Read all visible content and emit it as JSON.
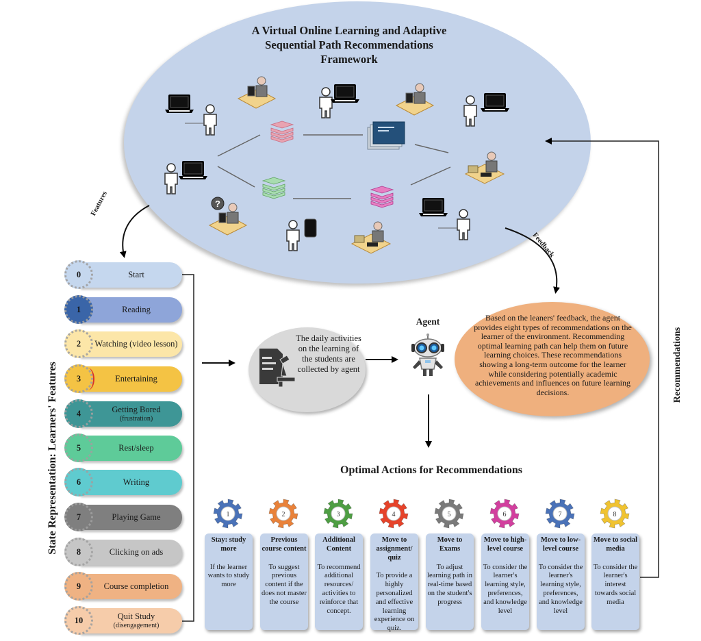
{
  "framework": {
    "title_lines": [
      "A Virtual Online Learning and Adaptive",
      "Sequential Path Recommendations",
      "Framework"
    ]
  },
  "environment_icons": [
    {
      "name": "learner-laptop-icon"
    },
    {
      "name": "desk-computer-user-icon"
    },
    {
      "name": "learner-laptop-icon"
    },
    {
      "name": "desk-computer-user-icon"
    },
    {
      "name": "learner-laptop-icon"
    },
    {
      "name": "red-books-icon"
    },
    {
      "name": "blue-documents-icon"
    },
    {
      "name": "learner-laptop-icon"
    },
    {
      "name": "desk-writer-icon"
    },
    {
      "name": "green-books-icon"
    },
    {
      "name": "pink-books-icon"
    },
    {
      "name": "question-desk-user-icon"
    },
    {
      "name": "learner-tablet-icon"
    },
    {
      "name": "desk-writer-icon"
    },
    {
      "name": "learner-laptop-icon"
    }
  ],
  "arrows": {
    "features": "Features",
    "feedback": "Feedback"
  },
  "states": {
    "label": "State Representation: Learners' Features",
    "items": [
      {
        "num": "0",
        "label": "Start",
        "sub": "",
        "color": "#c5d7ee",
        "gear": "#c5d7ee"
      },
      {
        "num": "1",
        "label": "Reading",
        "sub": "",
        "color": "#8ea5d9",
        "gear": "#3a65a8"
      },
      {
        "num": "2",
        "label": "Watching (video lesson)",
        "sub": "",
        "color": "#fce6a8",
        "gear": "#fce6a8"
      },
      {
        "num": "3",
        "label": "Entertaining",
        "sub": "",
        "color": "#f4c344",
        "gear": "#f4c344"
      },
      {
        "num": "4",
        "label": "Getting Bored",
        "sub": "(frustration)",
        "color": "#3e9696",
        "gear": "#3e9696"
      },
      {
        "num": "5",
        "label": "Rest/sleep",
        "sub": "",
        "color": "#5ecb99",
        "gear": "#5ecb99"
      },
      {
        "num": "6",
        "label": "Writing",
        "sub": "",
        "color": "#5fcbcf",
        "gear": "#5fcbcf"
      },
      {
        "num": "7",
        "label": "Playing Game",
        "sub": "",
        "color": "#7f7f7f",
        "gear": "#7f7f7f"
      },
      {
        "num": "8",
        "label": "Clicking on ads",
        "sub": "",
        "color": "#c6c6c6",
        "gear": "#c6c6c6"
      },
      {
        "num": "9",
        "label": "Course completion",
        "sub": "",
        "color": "#efb283",
        "gear": "#efb283"
      },
      {
        "num": "10",
        "label": "Quit Study",
        "sub": "(disengagement)",
        "color": "#f6ccaa",
        "gear": "#f6ccaa"
      }
    ]
  },
  "collect": {
    "text": "The daily activities on the learning of the students are collected by agent"
  },
  "agent": {
    "label": "Agent"
  },
  "feedback": {
    "text": "Based on the leaners' feedback, the agent provides eight types of recommendations on the learner of the environment. Recommending optimal learning path can help them on future learning choices. These recommendations showing a long-term outcome for the learner while considering potentially academic achievements and influences on future learning decisions."
  },
  "recommendations_label": "Recommendations",
  "actions": {
    "title": "Optimal Actions for Recommendations",
    "items": [
      {
        "num": "1",
        "title": "Stay: study more",
        "desc": "If the learner wants to study more",
        "color": "#4a72b8"
      },
      {
        "num": "2",
        "title": "Previous course content",
        "desc": "To suggest previous content if the does not master the course",
        "color": "#e9823a"
      },
      {
        "num": "3",
        "title": "Additional Content",
        "desc": "To recommend additional resources/ activities to reinforce that concept.",
        "color": "#4e9e43"
      },
      {
        "num": "4",
        "title": "Move to assignment/ quiz",
        "desc": "To provide a highly personalized and effective learning experience on quiz.",
        "color": "#e6432a"
      },
      {
        "num": "5",
        "title": "Move to Exams",
        "desc": "To adjust learning path in real-time based on the student's progress",
        "color": "#7a7a7a"
      },
      {
        "num": "6",
        "title": "Move to high-level course",
        "desc": "To consider the learner's learning style, preferences, and knowledge level",
        "color": "#d23f9e"
      },
      {
        "num": "7",
        "title": "Move to low-level course",
        "desc": "To consider the learner's learning style, preferences, and knowledge level",
        "color": "#4a72b8"
      },
      {
        "num": "8",
        "title": "Move to social media",
        "desc": "To consider the learner's interest towards social media",
        "color": "#f0c331"
      }
    ]
  }
}
